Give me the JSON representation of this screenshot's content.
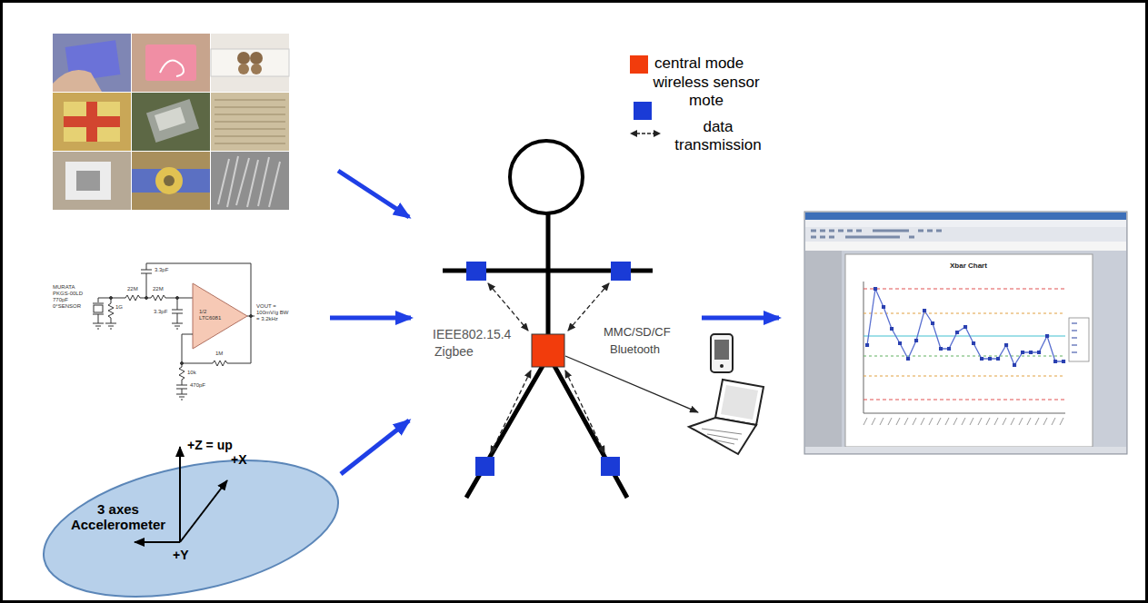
{
  "diagram": {
    "nodes": [
      {
        "text": [
          "3 axes Accelerometer",
          "+Z = up",
          "+X",
          "+Y"
        ]
      }
    ],
    "labels": [
      "IEEE802.15.4",
      "Zigbee",
      "MMC/SD/CF",
      "Bluetooth",
      "Xbar Chart",
      "MURATA PKGS-00LD 770pF 0°SENSOR",
      "1G",
      "22M",
      "22M",
      "3.3pF",
      "3.3pF",
      "1/2 LTC6081",
      "VOUT = 100mV/g BW = 3.2kHz",
      "1M",
      "10k",
      "470pF"
    ],
    "legend": [
      {
        "text": "central mode",
        "color": "#f23c0c"
      },
      {
        "text": "wireless sensor mote",
        "color": "#1a3bd6"
      },
      {
        "text": "data transmission"
      }
    ]
  }
}
